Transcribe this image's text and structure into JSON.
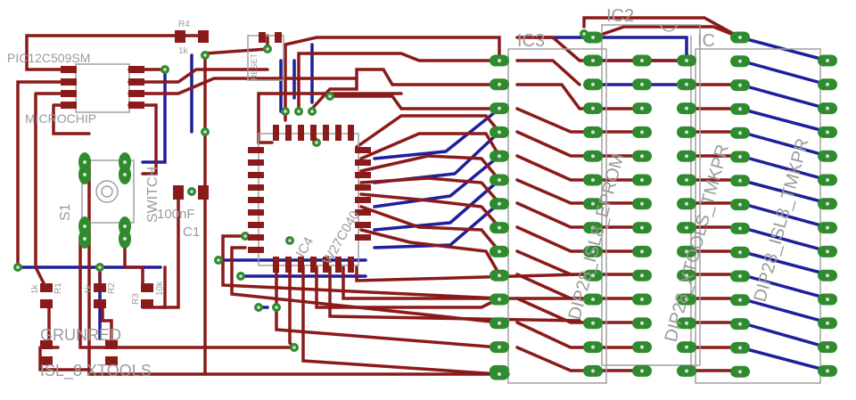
{
  "colors": {
    "background": "#ffffff",
    "top_trace": "#8b1a1a",
    "bottom_trace": "#1f1f9c",
    "pad": "#2e8b2e",
    "silk": "#a0a0a0",
    "smd_pad": "#8b1a1a"
  },
  "labels": {
    "ic2": "IC2",
    "ic3": "IC3",
    "ic1": "IC",
    "ic4": "IC4",
    "ic4_value": "W27C040",
    "pic_name": "PIC12C509SM",
    "pic_vendor": "MICROCHIP",
    "r4": "R4",
    "r4_value": "1k",
    "reset": "RESET",
    "switch": "SWITCH",
    "s1": "S1",
    "cap_value": "100nF",
    "c1": "C1",
    "r1": "R1",
    "r1_value": "1k",
    "r2": "R2",
    "r2_value": "1k",
    "r3": "R3",
    "r3_value": "10k",
    "grunred": "GRUNRED",
    "board_name": "ISL_8 XTOOLS",
    "ic3_value": "DIP28_ISL8_EPROM",
    "ic2_value": "DIP28_XTOOLS_TMKPR",
    "ic1_value": "DIP28_ISL8_TMKPR"
  }
}
